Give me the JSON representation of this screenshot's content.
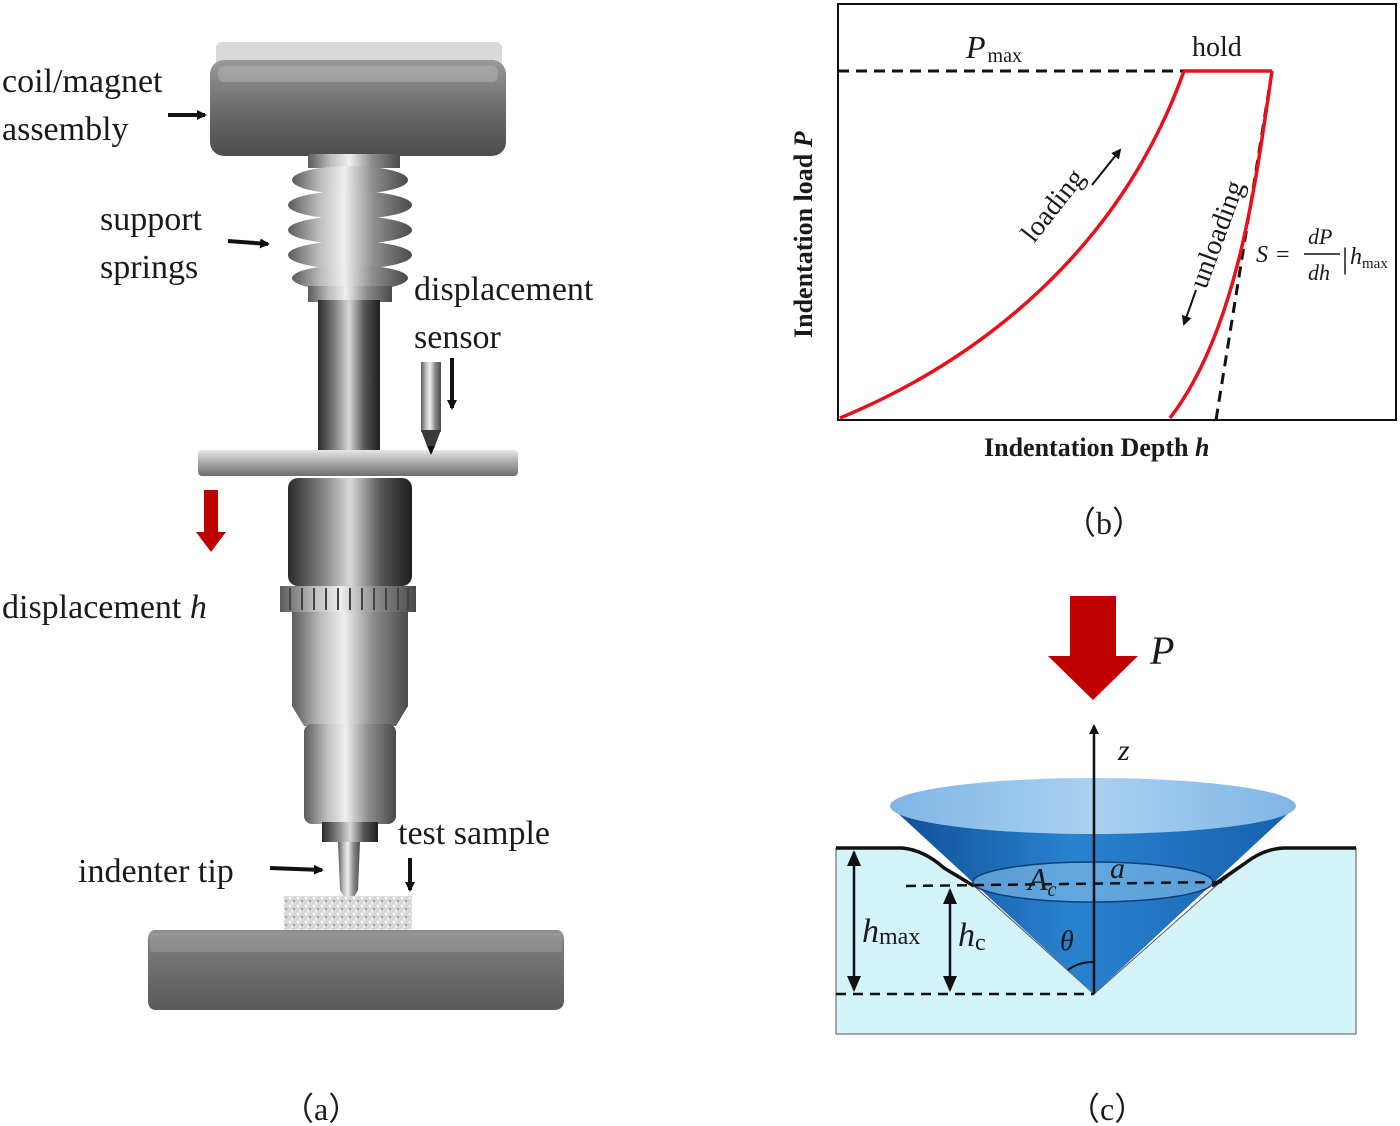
{
  "panel_a": {
    "caption": "（a）",
    "labels": {
      "coil_line1": "coil/magnet",
      "coil_line2": "assembly",
      "springs_line1": "support",
      "springs_line2": "springs",
      "sensor_line1": "displacement",
      "sensor_line2": "sensor",
      "displacement_text": "displacement ",
      "displacement_var": "h",
      "indenter_tip": "indenter tip",
      "test_sample": "test sample"
    },
    "colors": {
      "displacement_arrow": "#c00000"
    }
  },
  "panel_b": {
    "caption": "（b）",
    "ylabel_text": "Indentation load ",
    "ylabel_var": "P",
    "xlabel_text": "Indentation Depth ",
    "xlabel_var": "h",
    "pmax_main": "P",
    "pmax_sub": "max",
    "hold": "hold",
    "loading": "loading",
    "unloading": "unloading",
    "stiffness": {
      "lhs": "S",
      "eq": "=",
      "numerator": "dP",
      "denominator": "dh",
      "bar": "|",
      "var": "h",
      "sub": "max"
    },
    "colors": {
      "curve": "#e8101b"
    }
  },
  "panel_c": {
    "caption": "（c）",
    "load": "P",
    "axis": "z",
    "area_main": "A",
    "area_sub": "c",
    "radius": "a",
    "angle": "θ",
    "hmax_main": "h",
    "hmax_sub": "max",
    "hc_main": "h",
    "hc_sub": "c",
    "colors": {
      "arrow": "#c00000",
      "cone": "#2a7cc7",
      "sample": "#d4f4fa"
    }
  }
}
